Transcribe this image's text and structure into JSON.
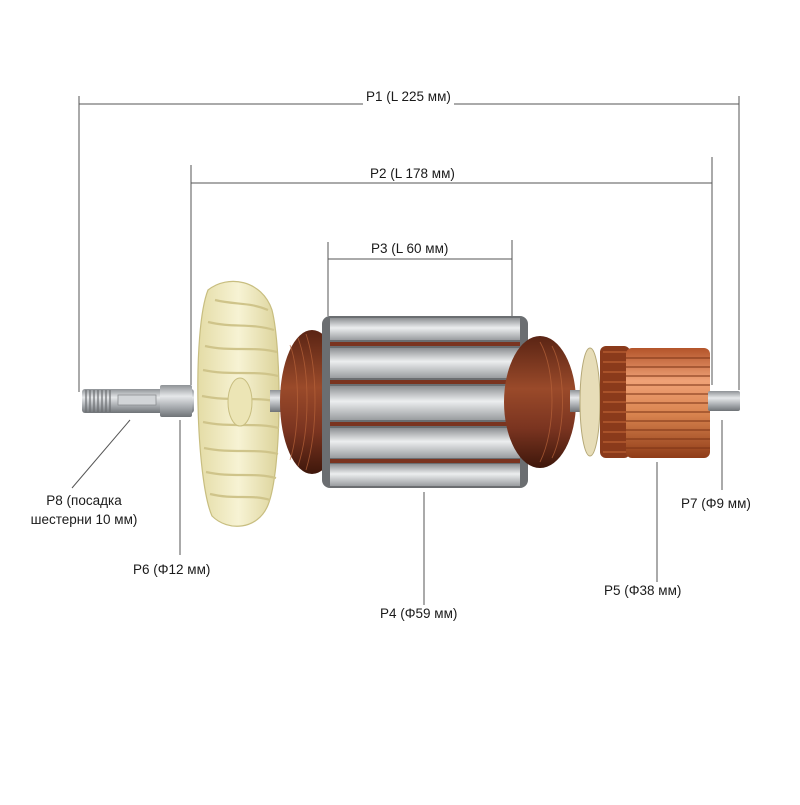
{
  "labels": {
    "p1": "P1 (L 225 мм)",
    "p2": "P2 (L 178 мм)",
    "p3": "P3 (L 60 мм)",
    "p4": "P4 (Φ59 мм)",
    "p5": "P5 (Φ38 мм)",
    "p6": "P6 (Φ12 мм)",
    "p7": "P7 (Φ9 мм)",
    "p8_line1": "P8 (посадка",
    "p8_line2": "шестерни 10 мм)"
  },
  "colors": {
    "dimension_line": "#555555",
    "copper": "#d9844f",
    "winding": "#7a3420",
    "steel": "#b9bcbf",
    "fan": "#f1edc4"
  }
}
